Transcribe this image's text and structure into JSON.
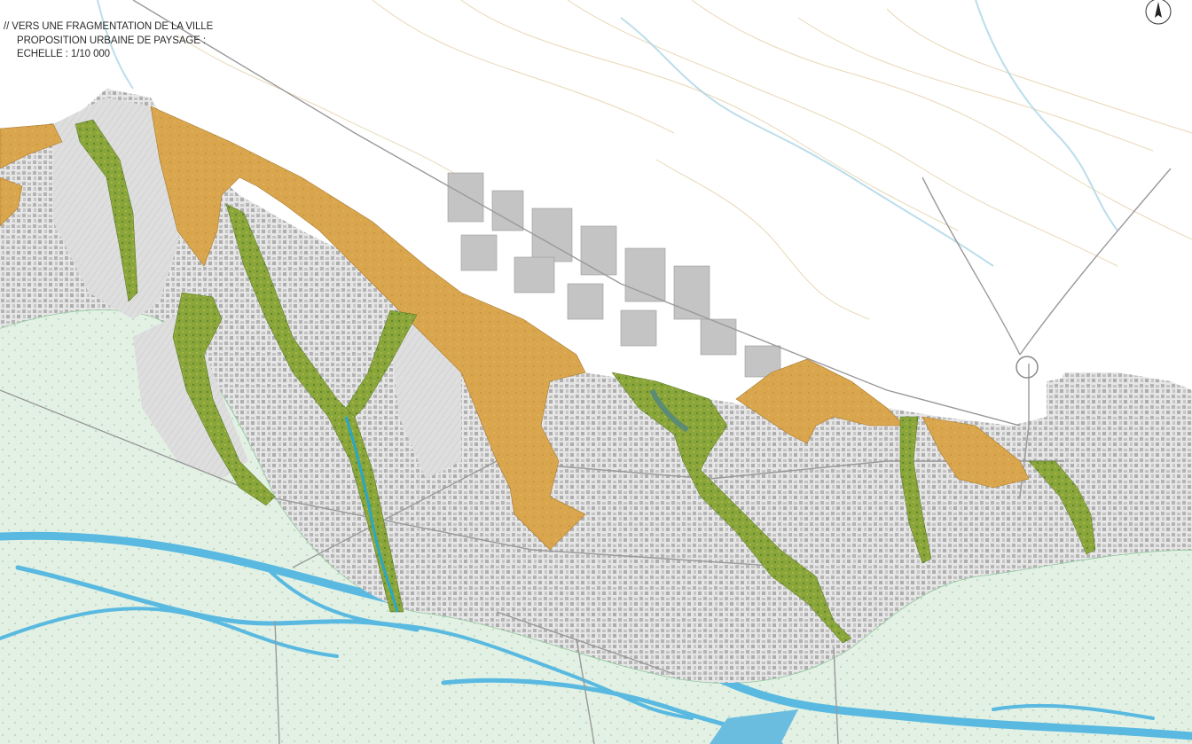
{
  "title": {
    "line1": "// VERS UNE FRAGMENTATION DE LA VILLE",
    "line2": "PROPOSITION URBAINE DE PAYSAGE :",
    "line3": "ECHELLE : 1/10 000"
  },
  "icons": {
    "north": "north-arrow-icon"
  },
  "colors": {
    "floodplain": "#e2f1e4",
    "river": "#59b9e0",
    "urban_block": "#b9b9b9",
    "urban_zone": "#e4e4e4",
    "landscape_ochre": "#d9a64e",
    "green_corridor": "#7fa43a",
    "water_channel": "#2aa6c7",
    "contour": "#e8d7b5",
    "road": "#9a9a9a"
  }
}
